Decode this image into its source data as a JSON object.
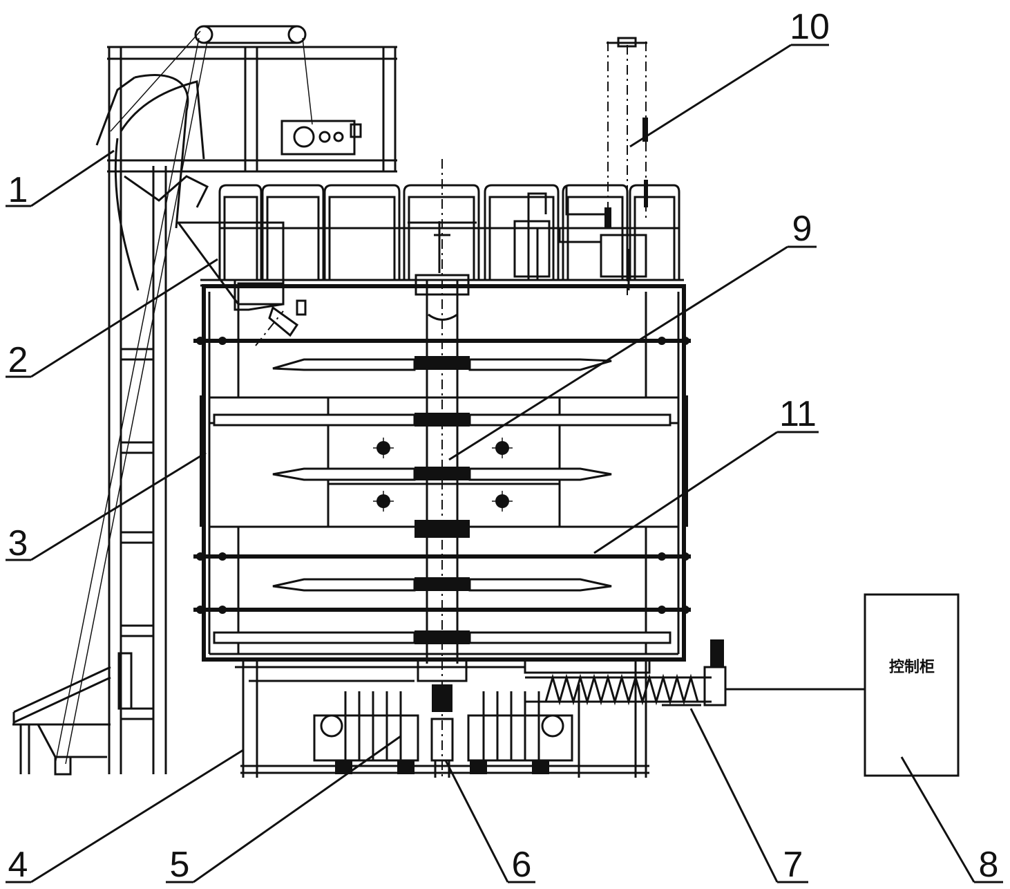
{
  "callouts": [
    {
      "id": "1",
      "label": "1"
    },
    {
      "id": "2",
      "label": "2"
    },
    {
      "id": "3",
      "label": "3"
    },
    {
      "id": "4",
      "label": "4"
    },
    {
      "id": "5",
      "label": "5"
    },
    {
      "id": "6",
      "label": "6"
    },
    {
      "id": "7",
      "label": "7"
    },
    {
      "id": "8",
      "label": "8"
    },
    {
      "id": "9",
      "label": "9"
    },
    {
      "id": "10",
      "label": "10"
    },
    {
      "id": "11",
      "label": "11"
    }
  ],
  "control_cabinet": {
    "label": "控制柜"
  }
}
